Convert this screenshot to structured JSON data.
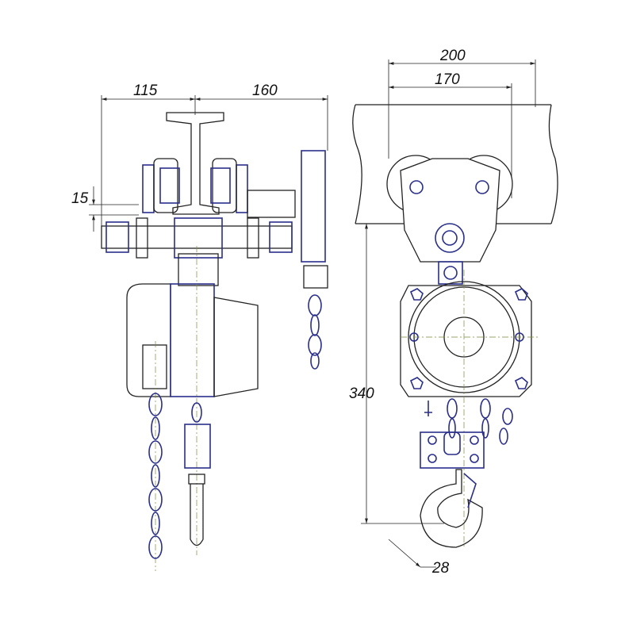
{
  "drawing": {
    "title": "Manual chain hoist with geared trolley - dimensional drawing",
    "dimensions": {
      "left_width": "115",
      "right_width": "160",
      "flange_offset": "15",
      "overall_width": "200",
      "wheel_span": "170",
      "height": "340",
      "hook_opening": "28"
    },
    "colors": {
      "outline": "#222222",
      "detail": "#2a2f8a",
      "centerline": "#7a8a3a"
    }
  }
}
